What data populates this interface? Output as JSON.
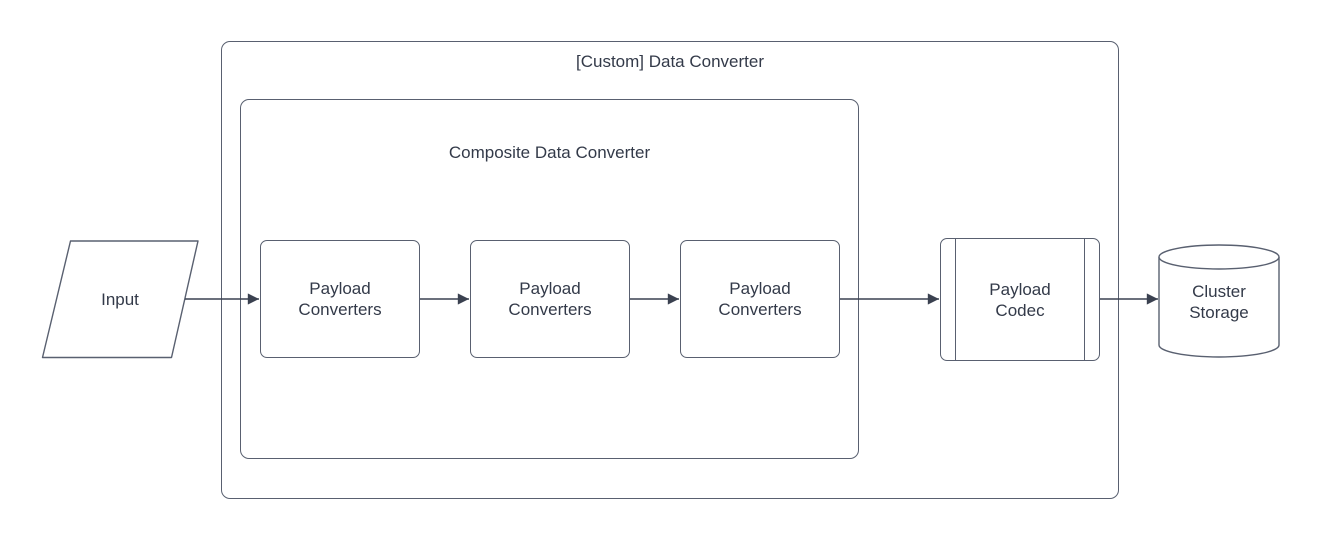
{
  "diagram": {
    "outer_group": {
      "title": "[Custom] Data Converter"
    },
    "inner_group": {
      "title": "Composite Data Converter"
    },
    "nodes": {
      "input": {
        "label": "Input",
        "shape": "parallelogram"
      },
      "payload_converters_1": {
        "label": "Payload Converters",
        "shape": "rounded-rectangle"
      },
      "payload_converters_2": {
        "label": "Payload Converters",
        "shape": "rounded-rectangle"
      },
      "payload_converters_3": {
        "label": "Payload Converters",
        "shape": "rounded-rectangle"
      },
      "payload_codec": {
        "label": "Payload Codec",
        "shape": "subroutine"
      },
      "cluster_storage": {
        "label": "Cluster Storage",
        "shape": "cylinder"
      }
    },
    "edges": [
      {
        "from": "input",
        "to": "payload_converters_1"
      },
      {
        "from": "payload_converters_1",
        "to": "payload_converters_2"
      },
      {
        "from": "payload_converters_2",
        "to": "payload_converters_3"
      },
      {
        "from": "payload_converters_3",
        "to": "payload_codec"
      },
      {
        "from": "payload_codec",
        "to": "cluster_storage"
      }
    ]
  },
  "colors": {
    "canvas_bg": "#ffffff",
    "shape_stroke": "#596070",
    "arrow_stroke": "#3a4150",
    "text": "#333a49"
  }
}
